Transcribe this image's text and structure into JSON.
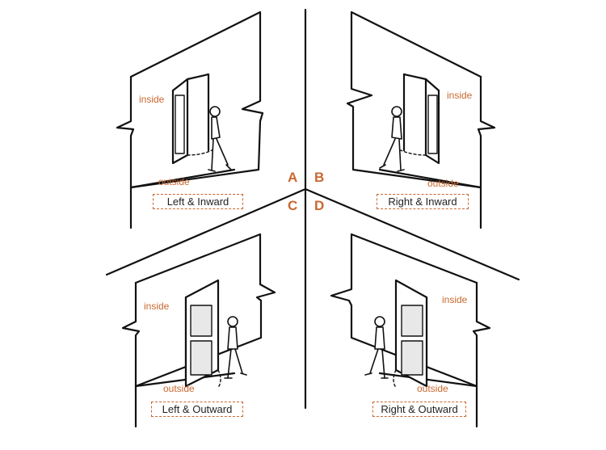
{
  "labels": {
    "inside": "inside",
    "outside": "outside"
  },
  "quadrants": [
    {
      "letter": "A",
      "caption": "Left & Inward"
    },
    {
      "letter": "B",
      "caption": "Right & Inward"
    },
    {
      "letter": "C",
      "caption": "Left & Outward"
    },
    {
      "letter": "D",
      "caption": "Right & Outward"
    }
  ],
  "colors": {
    "accent": "#c9682f",
    "line": "#111111"
  }
}
